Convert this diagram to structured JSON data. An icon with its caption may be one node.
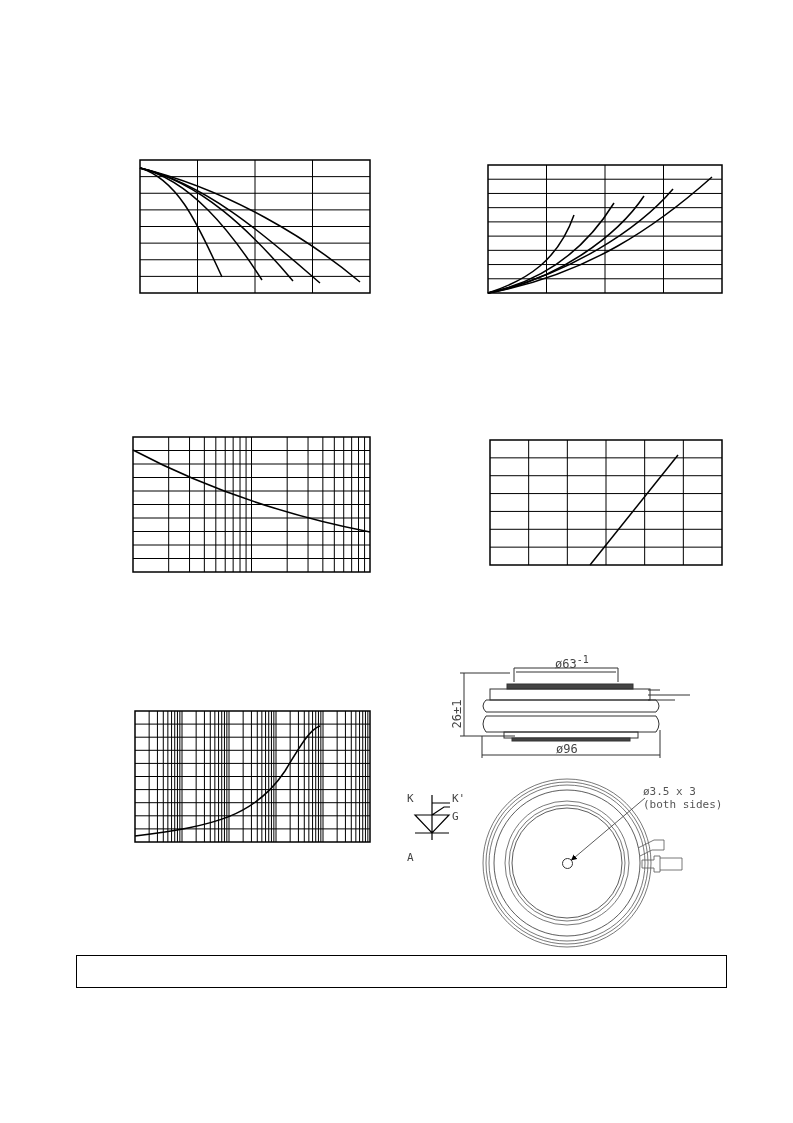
{
  "diagram": {
    "nodes": [
      {
        "text": [
          "ø3.5 x 3 (both sides)"
        ]
      },
      {
        "text": [],
        "shape": "circle"
      }
    ],
    "edges": [
      {
        "from": 0,
        "to": 1,
        "arrow": "to"
      }
    ],
    "labels": [
      "ø63$^{-1}$",
      "26±1",
      "ø96",
      "K",
      "K'",
      "G",
      "A"
    ]
  }
}
